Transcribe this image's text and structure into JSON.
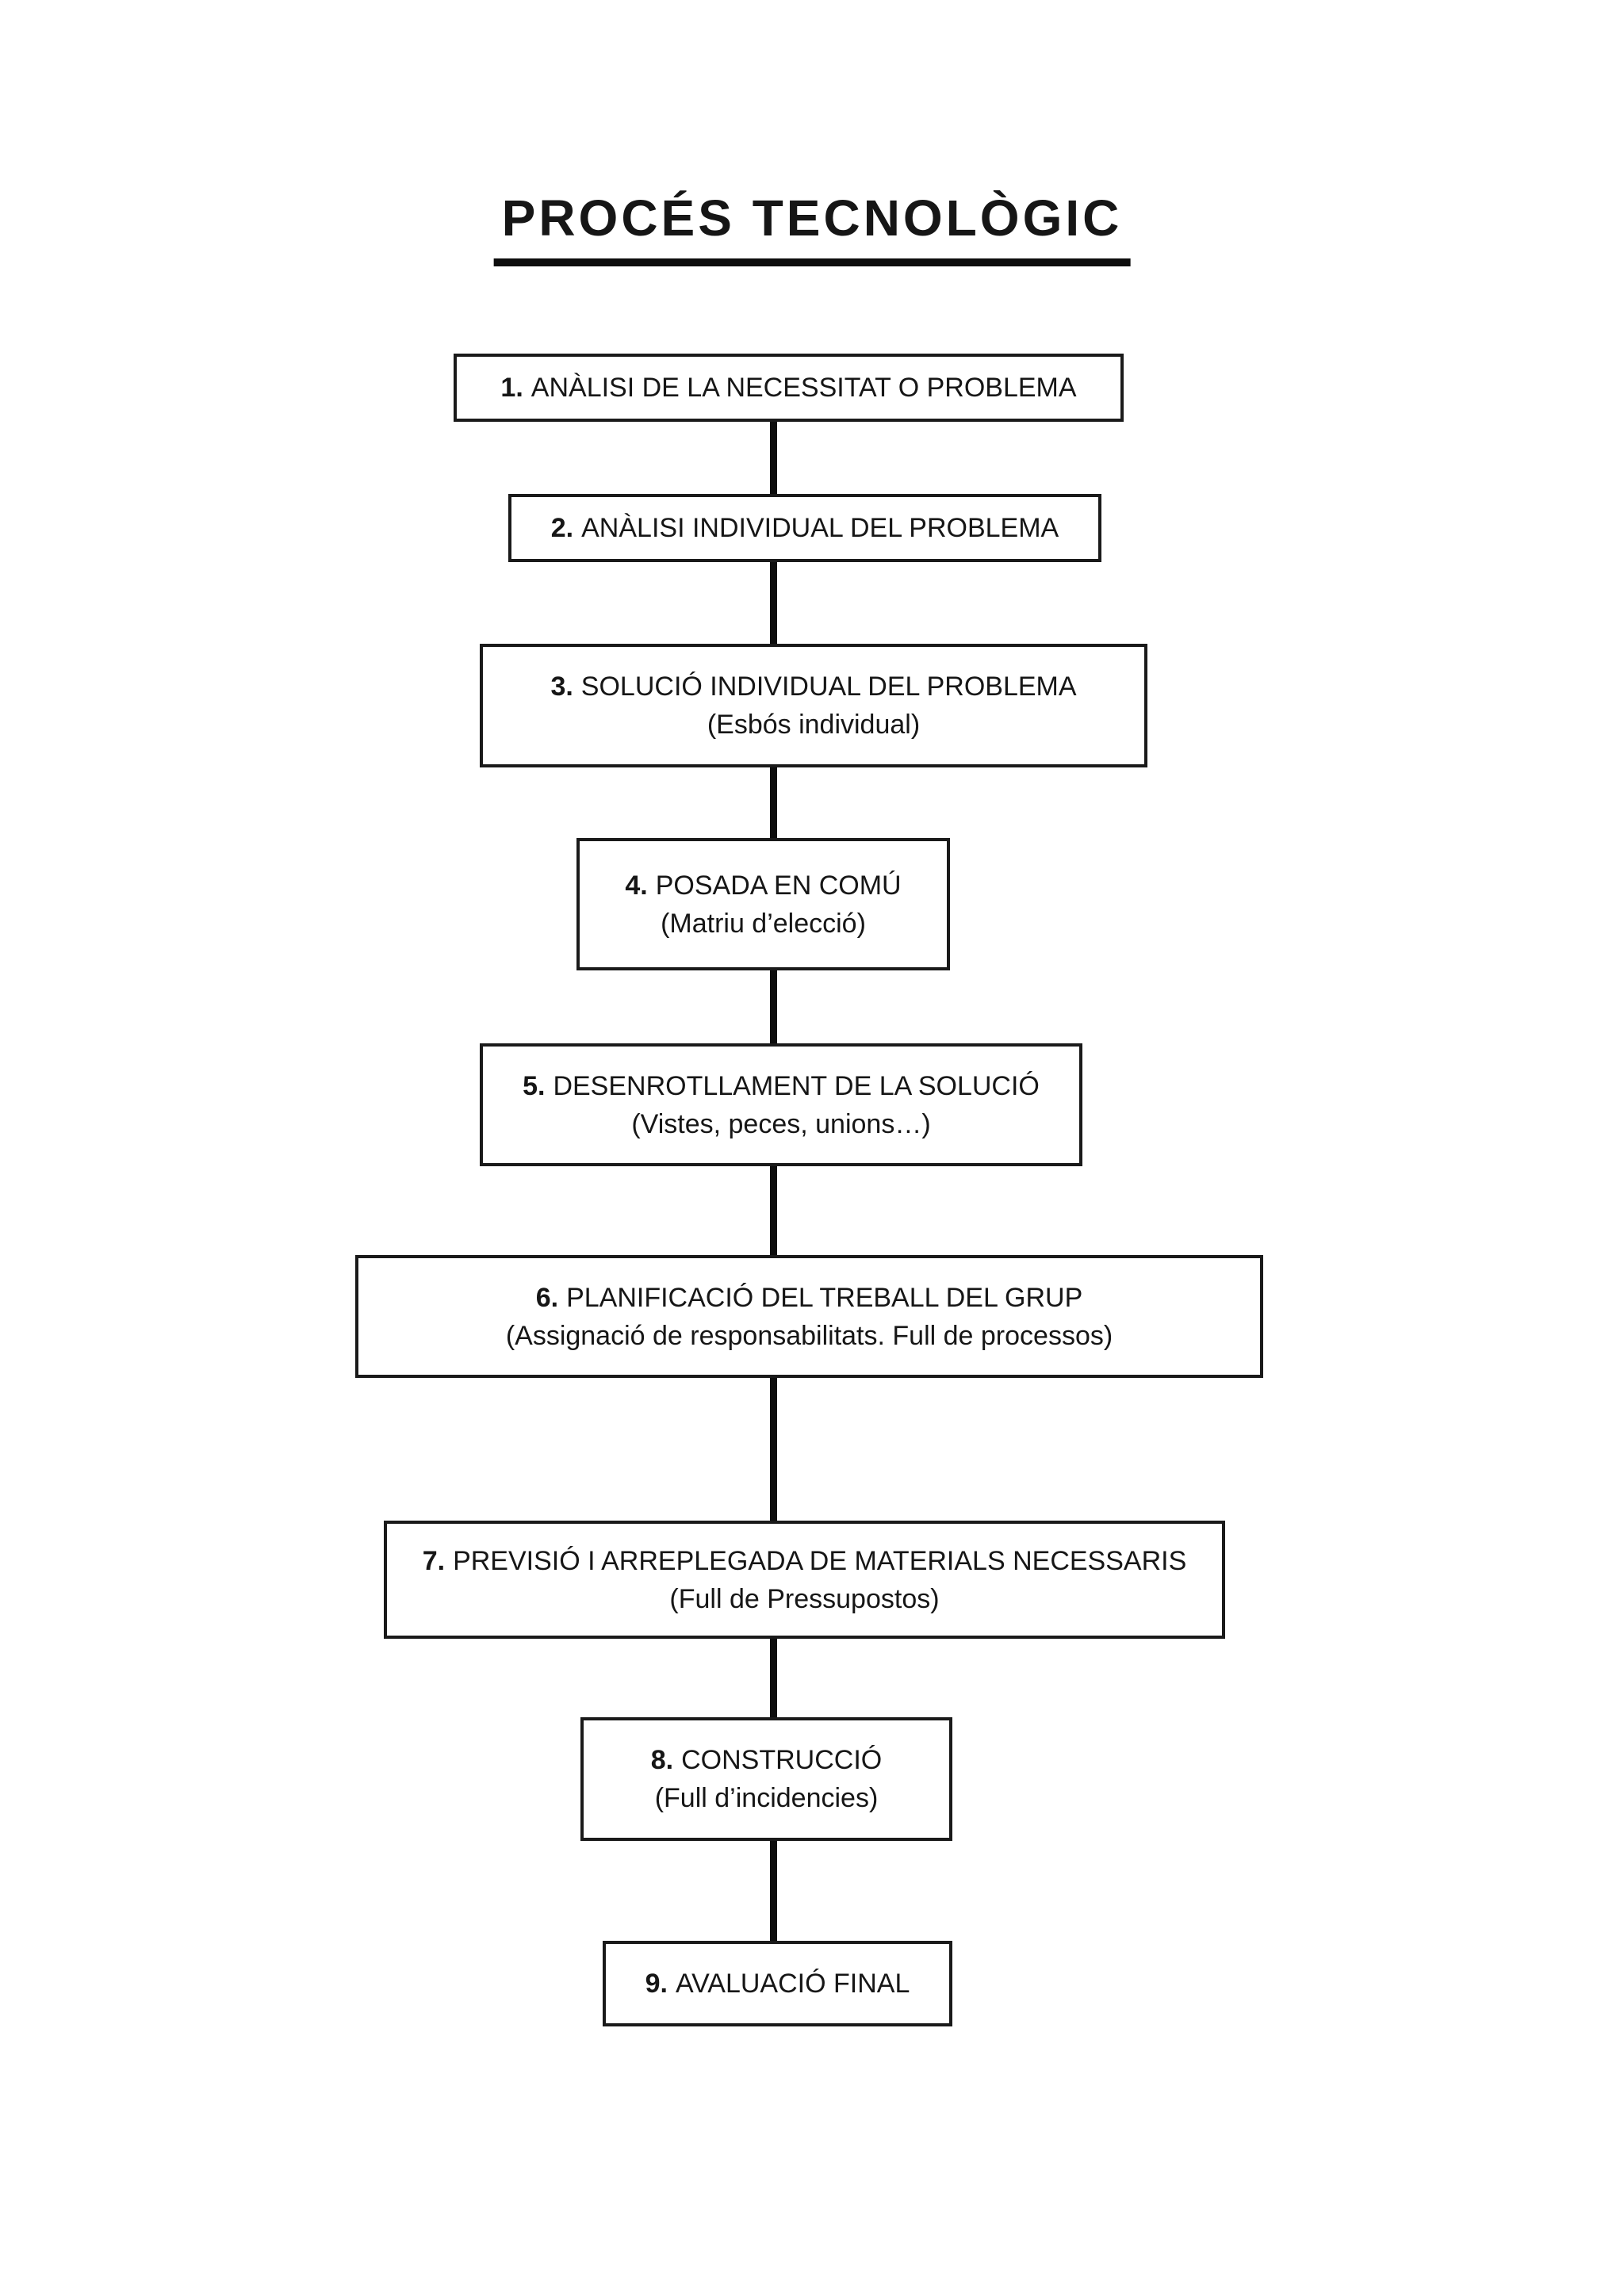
{
  "page": {
    "title": "PROCÉS TECNOLÒGIC",
    "background_color": "#ffffff",
    "line_color": "#0d0d0d",
    "box_border_color": "#1a1a1a",
    "text_color": "#161616"
  },
  "steps": [
    {
      "num": "1.",
      "title": "ANÀLISI DE LA NECESSITAT O PROBLEMA",
      "subtitle": ""
    },
    {
      "num": "2.",
      "title": "ANÀLISI INDIVIDUAL DEL PROBLEMA",
      "subtitle": ""
    },
    {
      "num": "3.",
      "title": "SOLUCIÓ INDIVIDUAL DEL PROBLEMA",
      "subtitle": "(Esbós individual)"
    },
    {
      "num": "4.",
      "title": "POSADA EN COMÚ",
      "subtitle": "(Matriu d’elecció)"
    },
    {
      "num": "5.",
      "title": "DESENROTLLAMENT DE LA SOLUCIÓ",
      "subtitle": "(Vistes, peces, unions…)"
    },
    {
      "num": "6.",
      "title": "PLANIFICACIÓ DEL TREBALL DEL GRUP",
      "subtitle": "(Assignació de responsabilitats. Full de processos)"
    },
    {
      "num": "7.",
      "title": "PREVISIÓ I ARREPLEGADA DE MATERIALS NECESSARIS",
      "subtitle": "(Full de Pressupostos)"
    },
    {
      "num": "8.",
      "title": "CONSTRUCCIÓ",
      "subtitle": "(Full d’incidencies)"
    },
    {
      "num": "9.",
      "title": "AVALUACIÓ FINAL",
      "subtitle": ""
    }
  ]
}
